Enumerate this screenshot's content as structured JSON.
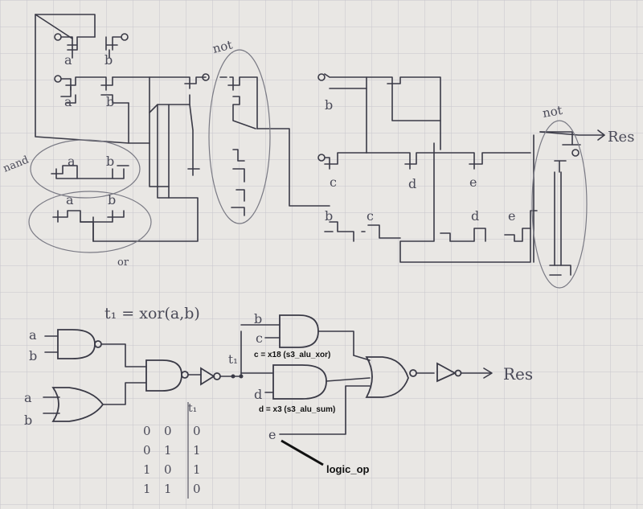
{
  "labels": {
    "a": "a",
    "b": "b",
    "c": "c",
    "d": "d",
    "e": "e",
    "not": "not",
    "nand": "nand",
    "or": "or",
    "res": "Res",
    "t1": "t₁",
    "xor_def": "t₁ = xor(a,b)"
  },
  "annotations": {
    "c_note": "c = x18 (s3_alu_xor)",
    "d_note": "d = x3 (s3_alu_sum)",
    "logic_op": "logic_op"
  },
  "truth_table": {
    "header": [
      "",
      "",
      "t₁"
    ],
    "rows": [
      [
        "0",
        "0",
        "0"
      ],
      [
        "0",
        "1",
        "1"
      ],
      [
        "1",
        "0",
        "1"
      ],
      [
        "1",
        "1",
        "0"
      ]
    ]
  },
  "colors": {
    "paper": "#e9e7e4",
    "grid": "#c6c6cc",
    "ink": "#3a3a46",
    "annotation": "#111111"
  }
}
